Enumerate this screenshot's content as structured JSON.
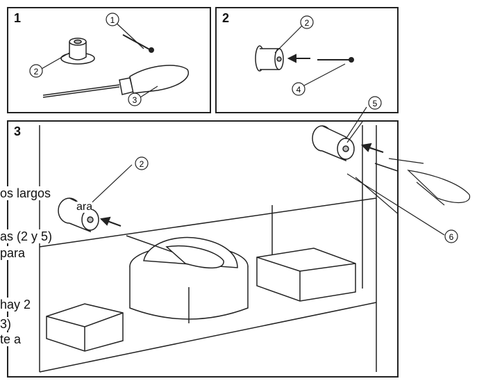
{
  "panels": [
    {
      "number": "1"
    },
    {
      "number": "2"
    },
    {
      "number": "3"
    }
  ],
  "callouts": {
    "p1_screw": "1",
    "p1_bushing": "2",
    "p1_screwdriver": "3",
    "p2_bushing": "2",
    "p2_screw": "4",
    "p3_bushing_left": "2",
    "p3_bushing_right": "5",
    "p3_cabinet": "6"
  },
  "text_fragments": [
    "os largos",
    "ara",
    "as (2 y 5)",
    "para",
    "hay 2",
    "3)",
    "te a"
  ]
}
